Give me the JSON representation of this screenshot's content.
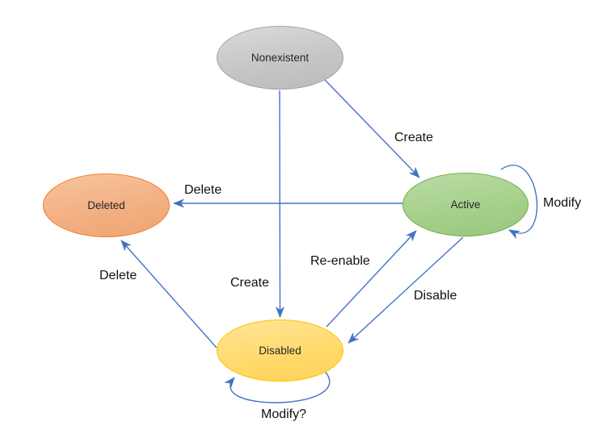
{
  "diagram": {
    "type": "state-diagram",
    "background_color": "#FFFFFF",
    "arrow_color": "#4472C4",
    "label_color": "#111111",
    "states": [
      {
        "label": "Nonexistent",
        "fill": "#C9C9C9",
        "border": "#A3A3A3"
      },
      {
        "label": "Active",
        "fill": "#A6D08B",
        "border": "#70AD47"
      },
      {
        "label": "Deleted",
        "fill": "#F3B083",
        "border": "#ED7D31"
      },
      {
        "label": "Disabled",
        "fill": "#FFD966",
        "border": "#FFC000"
      }
    ],
    "transitions": [
      {
        "from": "Nonexistent",
        "to": "Active",
        "label": "Create"
      },
      {
        "from": "Active",
        "to": "Deleted",
        "label": "Delete"
      },
      {
        "from": "Active",
        "to": "Active",
        "label": "Modify"
      },
      {
        "from": "Nonexistent",
        "to": "Disabled",
        "label": "Create"
      },
      {
        "from": "Disabled",
        "to": "Active",
        "label": "Re-enable"
      },
      {
        "from": "Active",
        "to": "Disabled",
        "label": "Disable"
      },
      {
        "from": "Disabled",
        "to": "Deleted",
        "label": "Delete"
      },
      {
        "from": "Disabled",
        "to": "Disabled",
        "label": "Modify?"
      }
    ]
  }
}
